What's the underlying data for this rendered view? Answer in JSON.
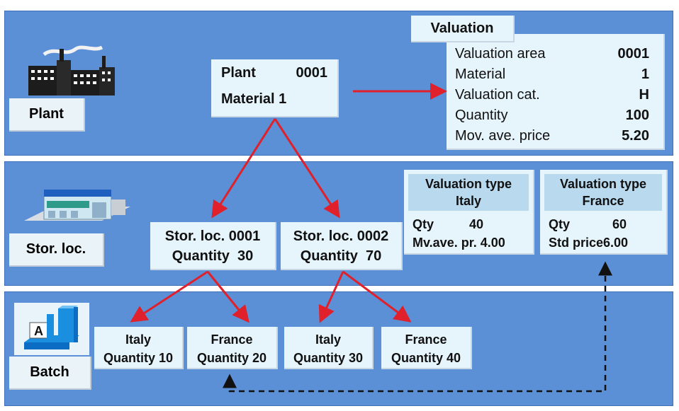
{
  "bands": {
    "plant_label": "Plant",
    "storloc_label": "Stor. loc.",
    "batch_label": "Batch"
  },
  "plant_box": {
    "line1_left": "Plant",
    "line1_right": "0001",
    "line2": "Material 1"
  },
  "valuation": {
    "header": "Valuation",
    "rows": [
      {
        "label": "Valuation area",
        "value": "0001"
      },
      {
        "label": "Material",
        "value": "1"
      },
      {
        "label": "Valuation cat.",
        "value": "H"
      },
      {
        "label": "Quantity",
        "value": "100"
      },
      {
        "label": "Mov. ave. price",
        "value": "5.20"
      }
    ]
  },
  "storage_locations": [
    {
      "title": "Stor. loc. 0001",
      "quantity": "Quantity  30"
    },
    {
      "title": "Stor. loc. 0002",
      "quantity": "Quantity  70"
    }
  ],
  "valuation_types": [
    {
      "title_line1": "Valuation type",
      "title_line2": "Italy",
      "row1_label": "Qty",
      "row1_value": "40",
      "row2_label": "Mv.ave. pr.",
      "row2_value": "4.00"
    },
    {
      "title_line1": "Valuation type",
      "title_line2": "France",
      "row1_label": "Qty",
      "row1_value": "60",
      "row2_label": "Std price",
      "row2_value": "6.00"
    }
  ],
  "batches": [
    {
      "country": "Italy",
      "quantity": "Quantity 10"
    },
    {
      "country": "France",
      "quantity": "Quantity 20"
    },
    {
      "country": "Italy",
      "quantity": "Quantity 30"
    },
    {
      "country": "France",
      "quantity": "Quantity 40"
    }
  ],
  "icons": {
    "plant": "factory-icon",
    "storloc": "warehouse-icon",
    "batch": "batch-blocks-icon"
  },
  "colors": {
    "band": "#5b8fd6",
    "box": "#e6f4fb",
    "arrow_red": "#e0202a",
    "dashed": "#111111"
  }
}
